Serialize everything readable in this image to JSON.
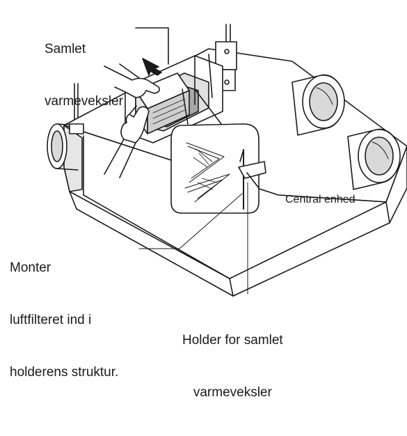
{
  "labels": {
    "samlet_line1": "Samlet",
    "samlet_line2": "varmeveksler",
    "central": "Central enhed",
    "monter_line1": "Monter",
    "monter_line2": "luftfilteret ind i",
    "monter_line3": "holderens struktur.",
    "holder_line1": "Holder for samlet",
    "holder_line2": "varmeveksler"
  },
  "colors": {
    "ink": "#1a1a1a",
    "shade": "#d9d9d9",
    "dark_shade": "#a8a8a8",
    "background": "#ffffff"
  }
}
